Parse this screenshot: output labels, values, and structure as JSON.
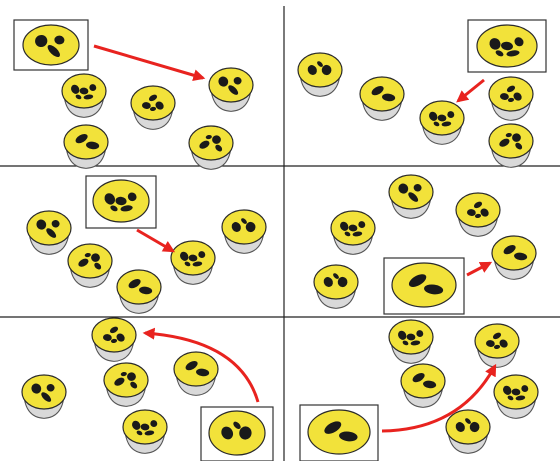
{
  "title": "",
  "colors": {
    "cheese": "#f2e23a",
    "spot": "#1a1a1a",
    "base": "#d9d9d9",
    "arrow": "#e8231f",
    "grid": "#222222"
  },
  "panels": [
    {
      "id": "panel-1",
      "pattern_count": 6,
      "has_highlight": true
    },
    {
      "id": "panel-2",
      "pattern_count": 6,
      "has_highlight": true
    },
    {
      "id": "panel-3",
      "pattern_count": 6,
      "has_highlight": true
    },
    {
      "id": "panel-4",
      "pattern_count": 6,
      "has_highlight": true
    },
    {
      "id": "panel-5",
      "pattern_count": 6,
      "has_highlight": true
    },
    {
      "id": "panel-6",
      "pattern_count": 6,
      "has_highlight": true
    }
  ]
}
